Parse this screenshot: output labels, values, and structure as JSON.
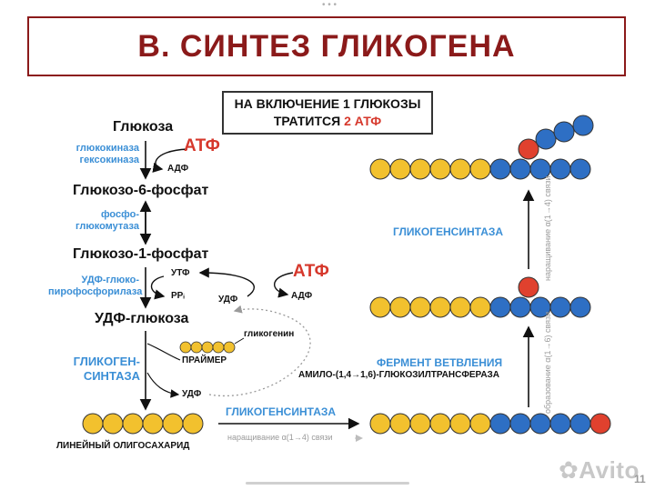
{
  "title": "В. СИНТЕЗ ГЛИКОГЕНА",
  "note": {
    "line1": "НА ВКЛЮЧЕНИЕ 1 ГЛЮКОЗЫ",
    "line2_prefix": "ТРАТИТСЯ",
    "line2_highlight": "2 АТФ"
  },
  "pathway": {
    "glucose": "Глюкоза",
    "enzyme1_line1": "глюкокиназа",
    "enzyme1_line2": "гексокиназа",
    "atp1": "АТФ",
    "adp1": "АДФ",
    "g6p": "Глюкозо-6-фосфат",
    "enzyme2_line1": "фосфо-",
    "enzyme2_line2": "глюкомутаза",
    "g1p": "Глюкозо-1-фосфат",
    "enzyme3_line1": "УДФ-глюко-",
    "enzyme3_line2": "пирофосфорилаза",
    "utp": "УТФ",
    "ppi": "PPᵢ",
    "udp_small": "УДФ",
    "atp2": "АТФ",
    "adp2": "АДФ",
    "udp_glucose": "УДФ-глюкоза",
    "synthase_line1": "ГЛИКОГЕН-",
    "synthase_line2": "СИНТАЗА",
    "glycogenin": "гликогенин",
    "primer": "ПРАЙМЕР",
    "udp_bottom": "УДФ",
    "linear_oligo": "ЛИНЕЙНЫЙ ОЛИГОСАХАРИД"
  },
  "right": {
    "synthase_bottom": "ГЛИКОГЕНСИНТАЗА",
    "elongation_bottom": "наращивание α(1→4) связи",
    "branching_enzyme": "ФЕРМЕНТ ВЕТВЛЕНИЯ",
    "amylo": "АМИЛО-(1,4→1,6)-ГЛЮКОЗИЛТРАНСФЕРАЗА",
    "branch_vertical": "образование α(1→6) связи",
    "synthase_upper": "ГЛИКОГЕНСИНТАЗА",
    "elongation_vertical": "наращивание α(1→4) связи"
  },
  "watermark": "Avito",
  "page_number": "11",
  "colors": {
    "title": "#8b1a1a",
    "accent_red": "#d6382c",
    "enzyme_blue": "#3b8fd6",
    "glucose_yellow": "#f2c12e",
    "chain_blue": "#2e6fc4",
    "branch_red": "#e0412e"
  }
}
